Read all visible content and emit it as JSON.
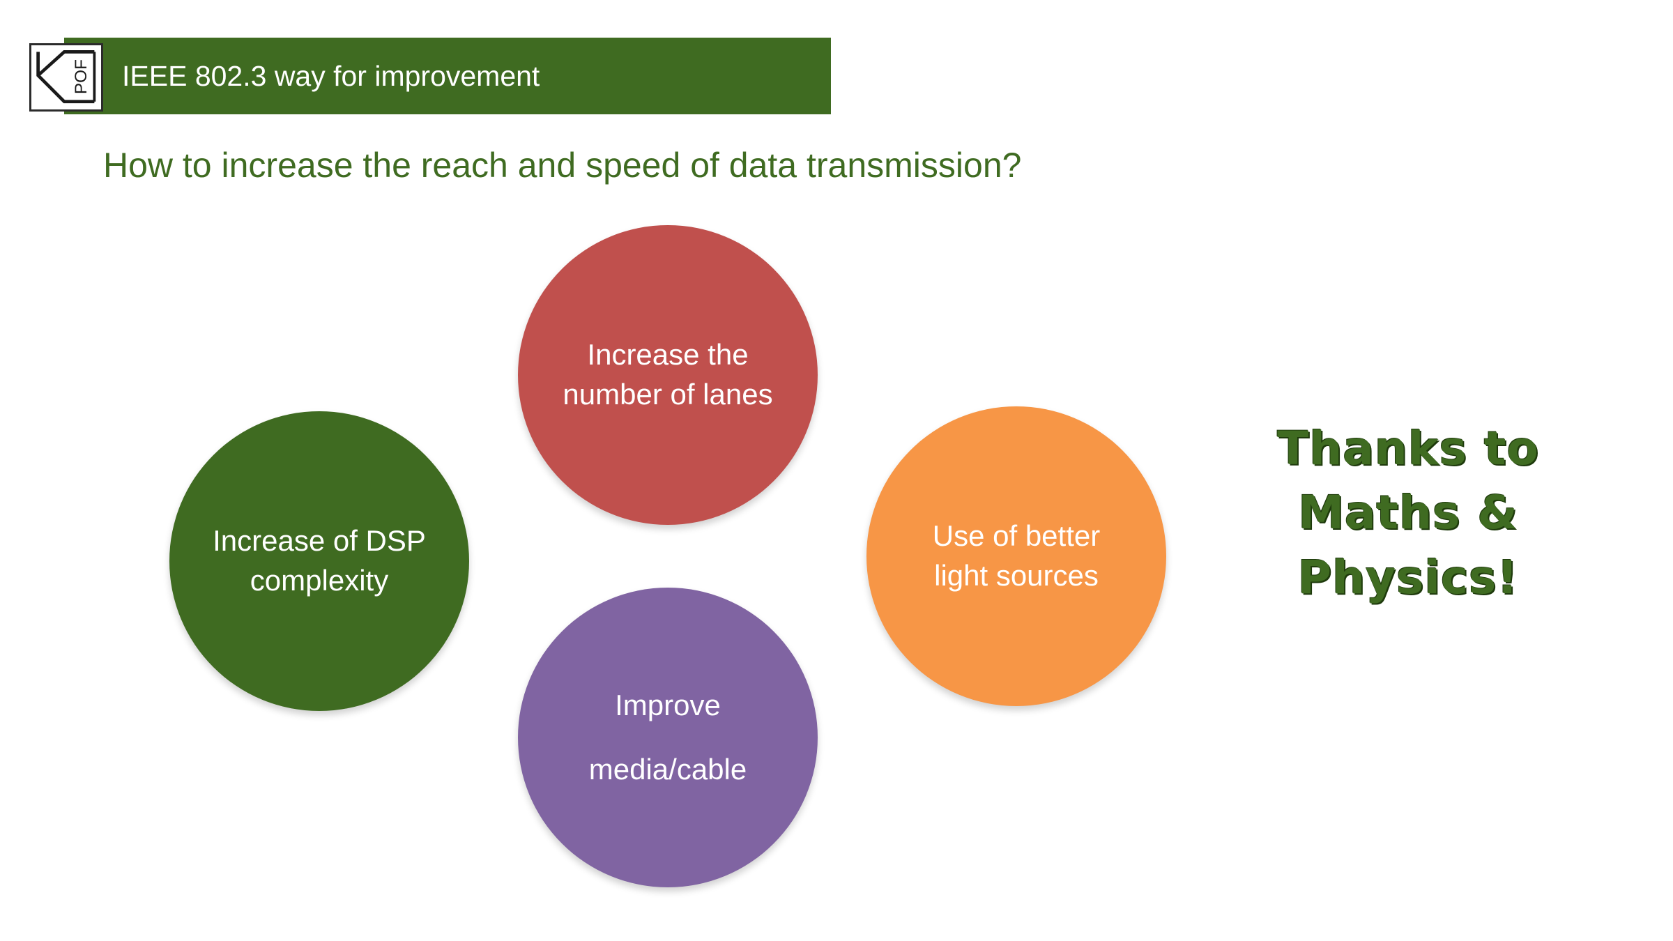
{
  "header": {
    "title": "IEEE 802.3 way for improvement",
    "logo_text": "POF",
    "color": "#3f6b21"
  },
  "question": "How to increase the reach and speed of data transmission?",
  "circles": {
    "lanes": {
      "label": "Increase the number of lanes",
      "color": "#c0504d"
    },
    "dsp": {
      "label": "Increase of DSP complexity",
      "color": "#3f6b21"
    },
    "light": {
      "label": "Use of better light sources",
      "color": "#f79646"
    },
    "media": {
      "label": "Improve media/cable",
      "color": "#8064a2"
    }
  },
  "thanks": "Thanks to Maths & Physics!"
}
